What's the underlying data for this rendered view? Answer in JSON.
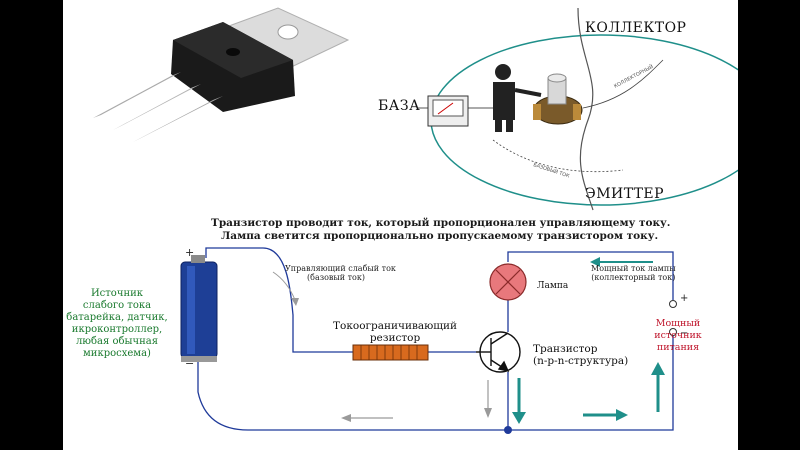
{
  "top_diagram": {
    "collector": "КОЛЛЕКТОР",
    "base": "БАЗА",
    "emitter": "ЭМИТТЕР"
  },
  "caption": {
    "line1": "Транзистор проводит ток, который пропорционален управляющему току.",
    "line2": "Лампа светится пропорционально пропускаемому транзистором току."
  },
  "circuit": {
    "control_current": [
      "Управляющий слабый ток",
      "(базовый ток)"
    ],
    "load_current": [
      "Мощный ток лампы",
      "(коллекторный ток)"
    ],
    "lamp": "Лампа",
    "resistor": [
      "Токоограничивающий",
      "резистор"
    ],
    "transistor": [
      "Транзистор",
      "(n-p-n-структура)"
    ],
    "weak_source": [
      "Источник",
      "слабого тока",
      "батарейка, датчик,",
      "икроконтроллер,",
      "любая обычная",
      "микросхема)"
    ],
    "power_source": [
      "Мощный",
      "источник",
      "питания"
    ],
    "plus_left": "+",
    "minus_left": "−",
    "plus_right": "+",
    "minus_right": "−"
  },
  "colors": {
    "teal": "#1f8f8a",
    "battery": "#1e3f96",
    "resistor": "#d86a1e",
    "lamp": "#e46a6a",
    "green_text": "#1a7a2e",
    "red_text": "#c0182e"
  }
}
